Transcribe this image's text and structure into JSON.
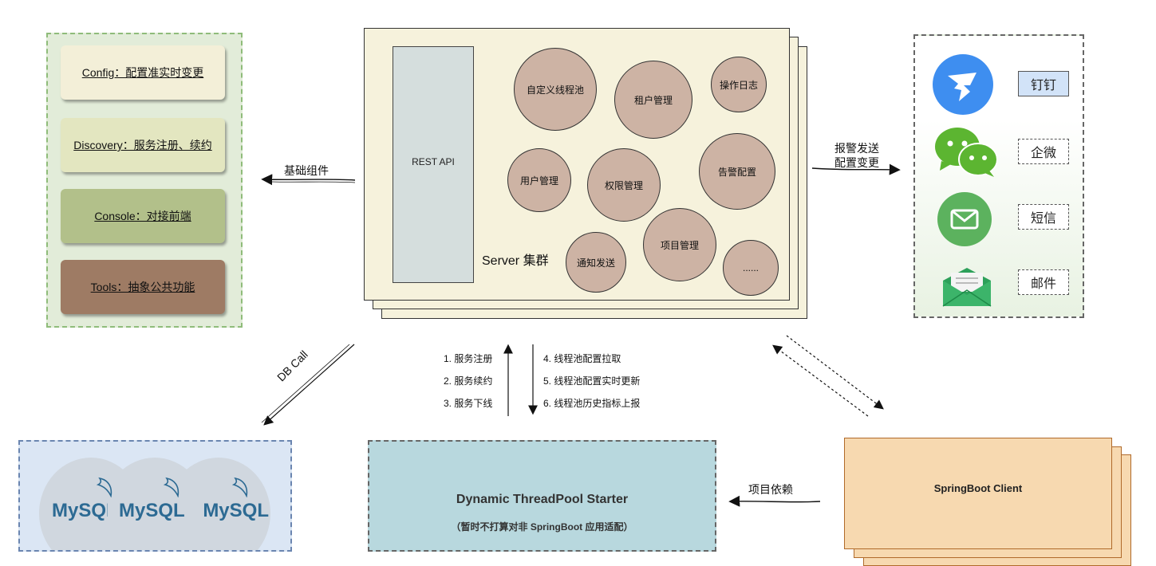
{
  "left_components": [
    {
      "label": "Config：配置准实时变更",
      "color": "#f3efd8"
    },
    {
      "label": "Discovery：服务注册、续约",
      "color": "#e3e6c0"
    },
    {
      "label": "Console：对接前端",
      "color": "#b2c08a"
    },
    {
      "label": "Tools：抽象公共功能",
      "color": "#9e7b64"
    }
  ],
  "edge_labels": {
    "base_components": "基础组件",
    "alarm_line1": "报警发送",
    "alarm_line2": "配置变更",
    "db_call": "DB Call",
    "project_dependency": "项目依赖"
  },
  "server": {
    "rest_api": "REST API",
    "cluster_label": "Server 集群",
    "modules": [
      "自定义线程池",
      "租户管理",
      "操作日志",
      "用户管理",
      "权限管理",
      "告警配置",
      "项目管理",
      "通知发送",
      "......"
    ]
  },
  "notify_channels": [
    {
      "label": "钉钉",
      "icon": "dingtalk-icon",
      "color": "#3e8ef0"
    },
    {
      "label": "企微",
      "icon": "wechat-icon",
      "color": "#5cb531"
    },
    {
      "label": "短信",
      "icon": "sms-icon",
      "color": "#5cb25e"
    },
    {
      "label": "邮件",
      "icon": "mail-icon",
      "color": "#2da05a"
    }
  ],
  "client_to_server": [
    "1. 服务注册",
    "2. 服务续约",
    "3. 服务下线"
  ],
  "server_to_client": [
    "4. 线程池配置拉取",
    "5. 线程池配置实时更新",
    "6. 线程池历史指标上报"
  ],
  "mysql": {
    "labels": [
      "MySQL",
      "MySQL",
      "MySQL"
    ]
  },
  "starter": {
    "title": "Dynamic ThreadPool Starter",
    "subtitle": "（暂时不打算对非 SpringBoot 应用适配）"
  },
  "client": {
    "label": "SpringBoot Client"
  }
}
